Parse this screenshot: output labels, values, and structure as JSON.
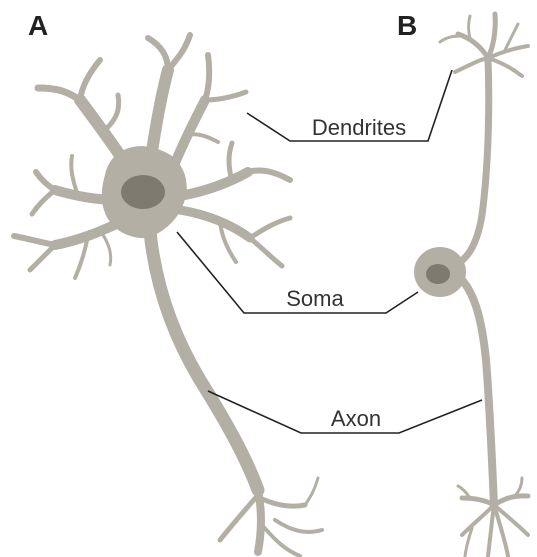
{
  "panels": {
    "a_label": "A",
    "b_label": "B"
  },
  "labels": {
    "dendrites": "Dendrites",
    "soma": "Soma",
    "axon": "Axon"
  },
  "colors": {
    "neuron": "#b3afa5",
    "nucleus": "#7f7a70",
    "leader_line": "#222222",
    "label_text": "#333333"
  }
}
